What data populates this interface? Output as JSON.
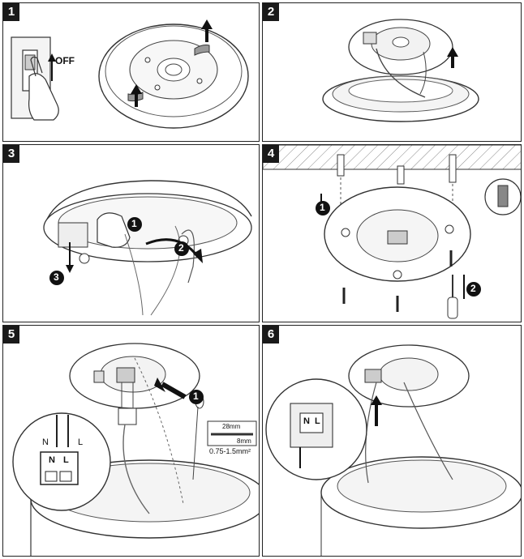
{
  "panels": [
    {
      "number": "1",
      "switch_label": "OFF"
    },
    {
      "number": "2"
    },
    {
      "number": "3",
      "callouts": [
        "1",
        "2",
        "3"
      ]
    },
    {
      "number": "4",
      "callouts": [
        "1",
        "2"
      ]
    },
    {
      "number": "5",
      "callouts": [
        "1"
      ],
      "terminal_labels": {
        "neutral": "N",
        "live": "L"
      },
      "strip_length": "28mm",
      "core_strip_length": "8mm",
      "cable_section": "0.75-1.5mm²"
    },
    {
      "number": "6",
      "terminal_labels": {
        "neutral": "N",
        "live": "L"
      }
    }
  ]
}
